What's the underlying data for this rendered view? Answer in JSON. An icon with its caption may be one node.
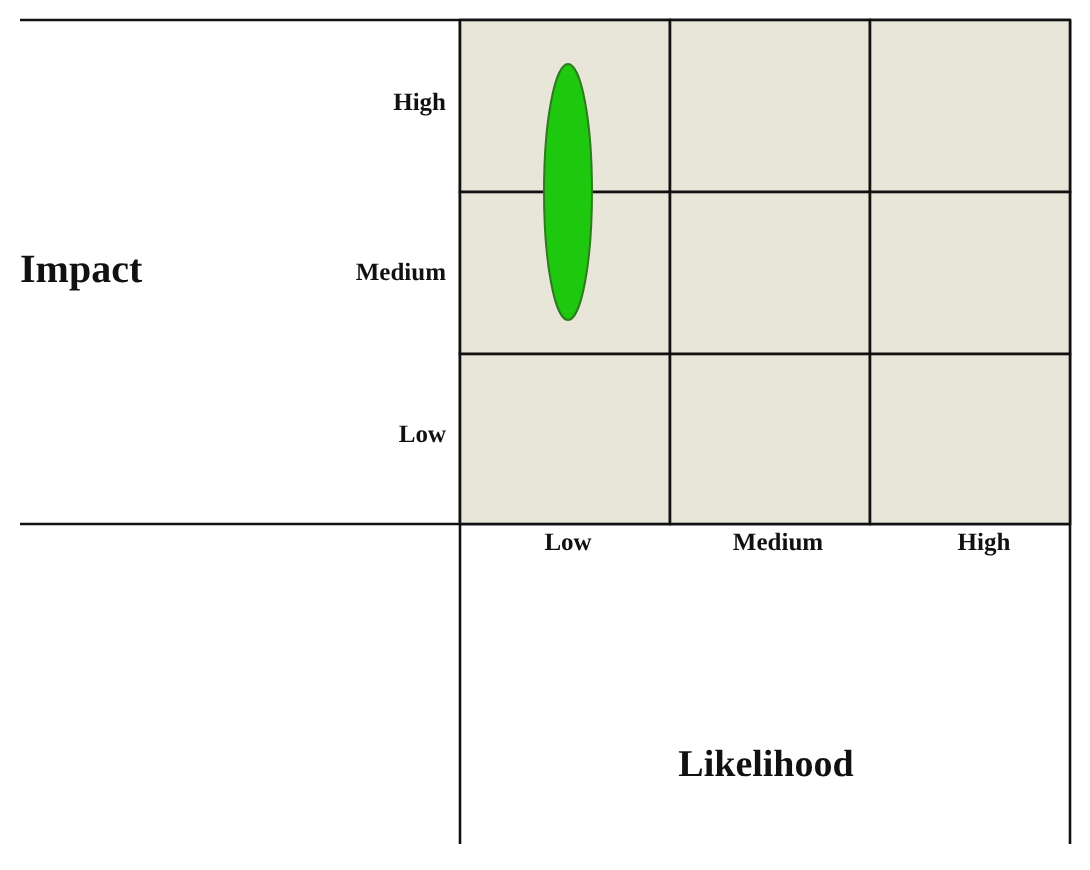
{
  "diagram": {
    "nodes": [
      {
        "text": [],
        "shape": "box"
      },
      {
        "text": [],
        "shape": "box"
      },
      {
        "text": [],
        "shape": "box"
      },
      {
        "text": [],
        "shape": "box"
      },
      {
        "text": [],
        "shape": "box"
      },
      {
        "text": [],
        "shape": "box"
      },
      {
        "text": [],
        "shape": "box"
      },
      {
        "text": [],
        "shape": "box"
      },
      {
        "text": [],
        "shape": "box"
      },
      {
        "text": [],
        "shape": "ellipse"
      }
    ],
    "labels": [
      "High",
      "Impact",
      "Medium",
      "Low",
      "Low",
      "Medium",
      "High",
      "Likelihood"
    ]
  }
}
